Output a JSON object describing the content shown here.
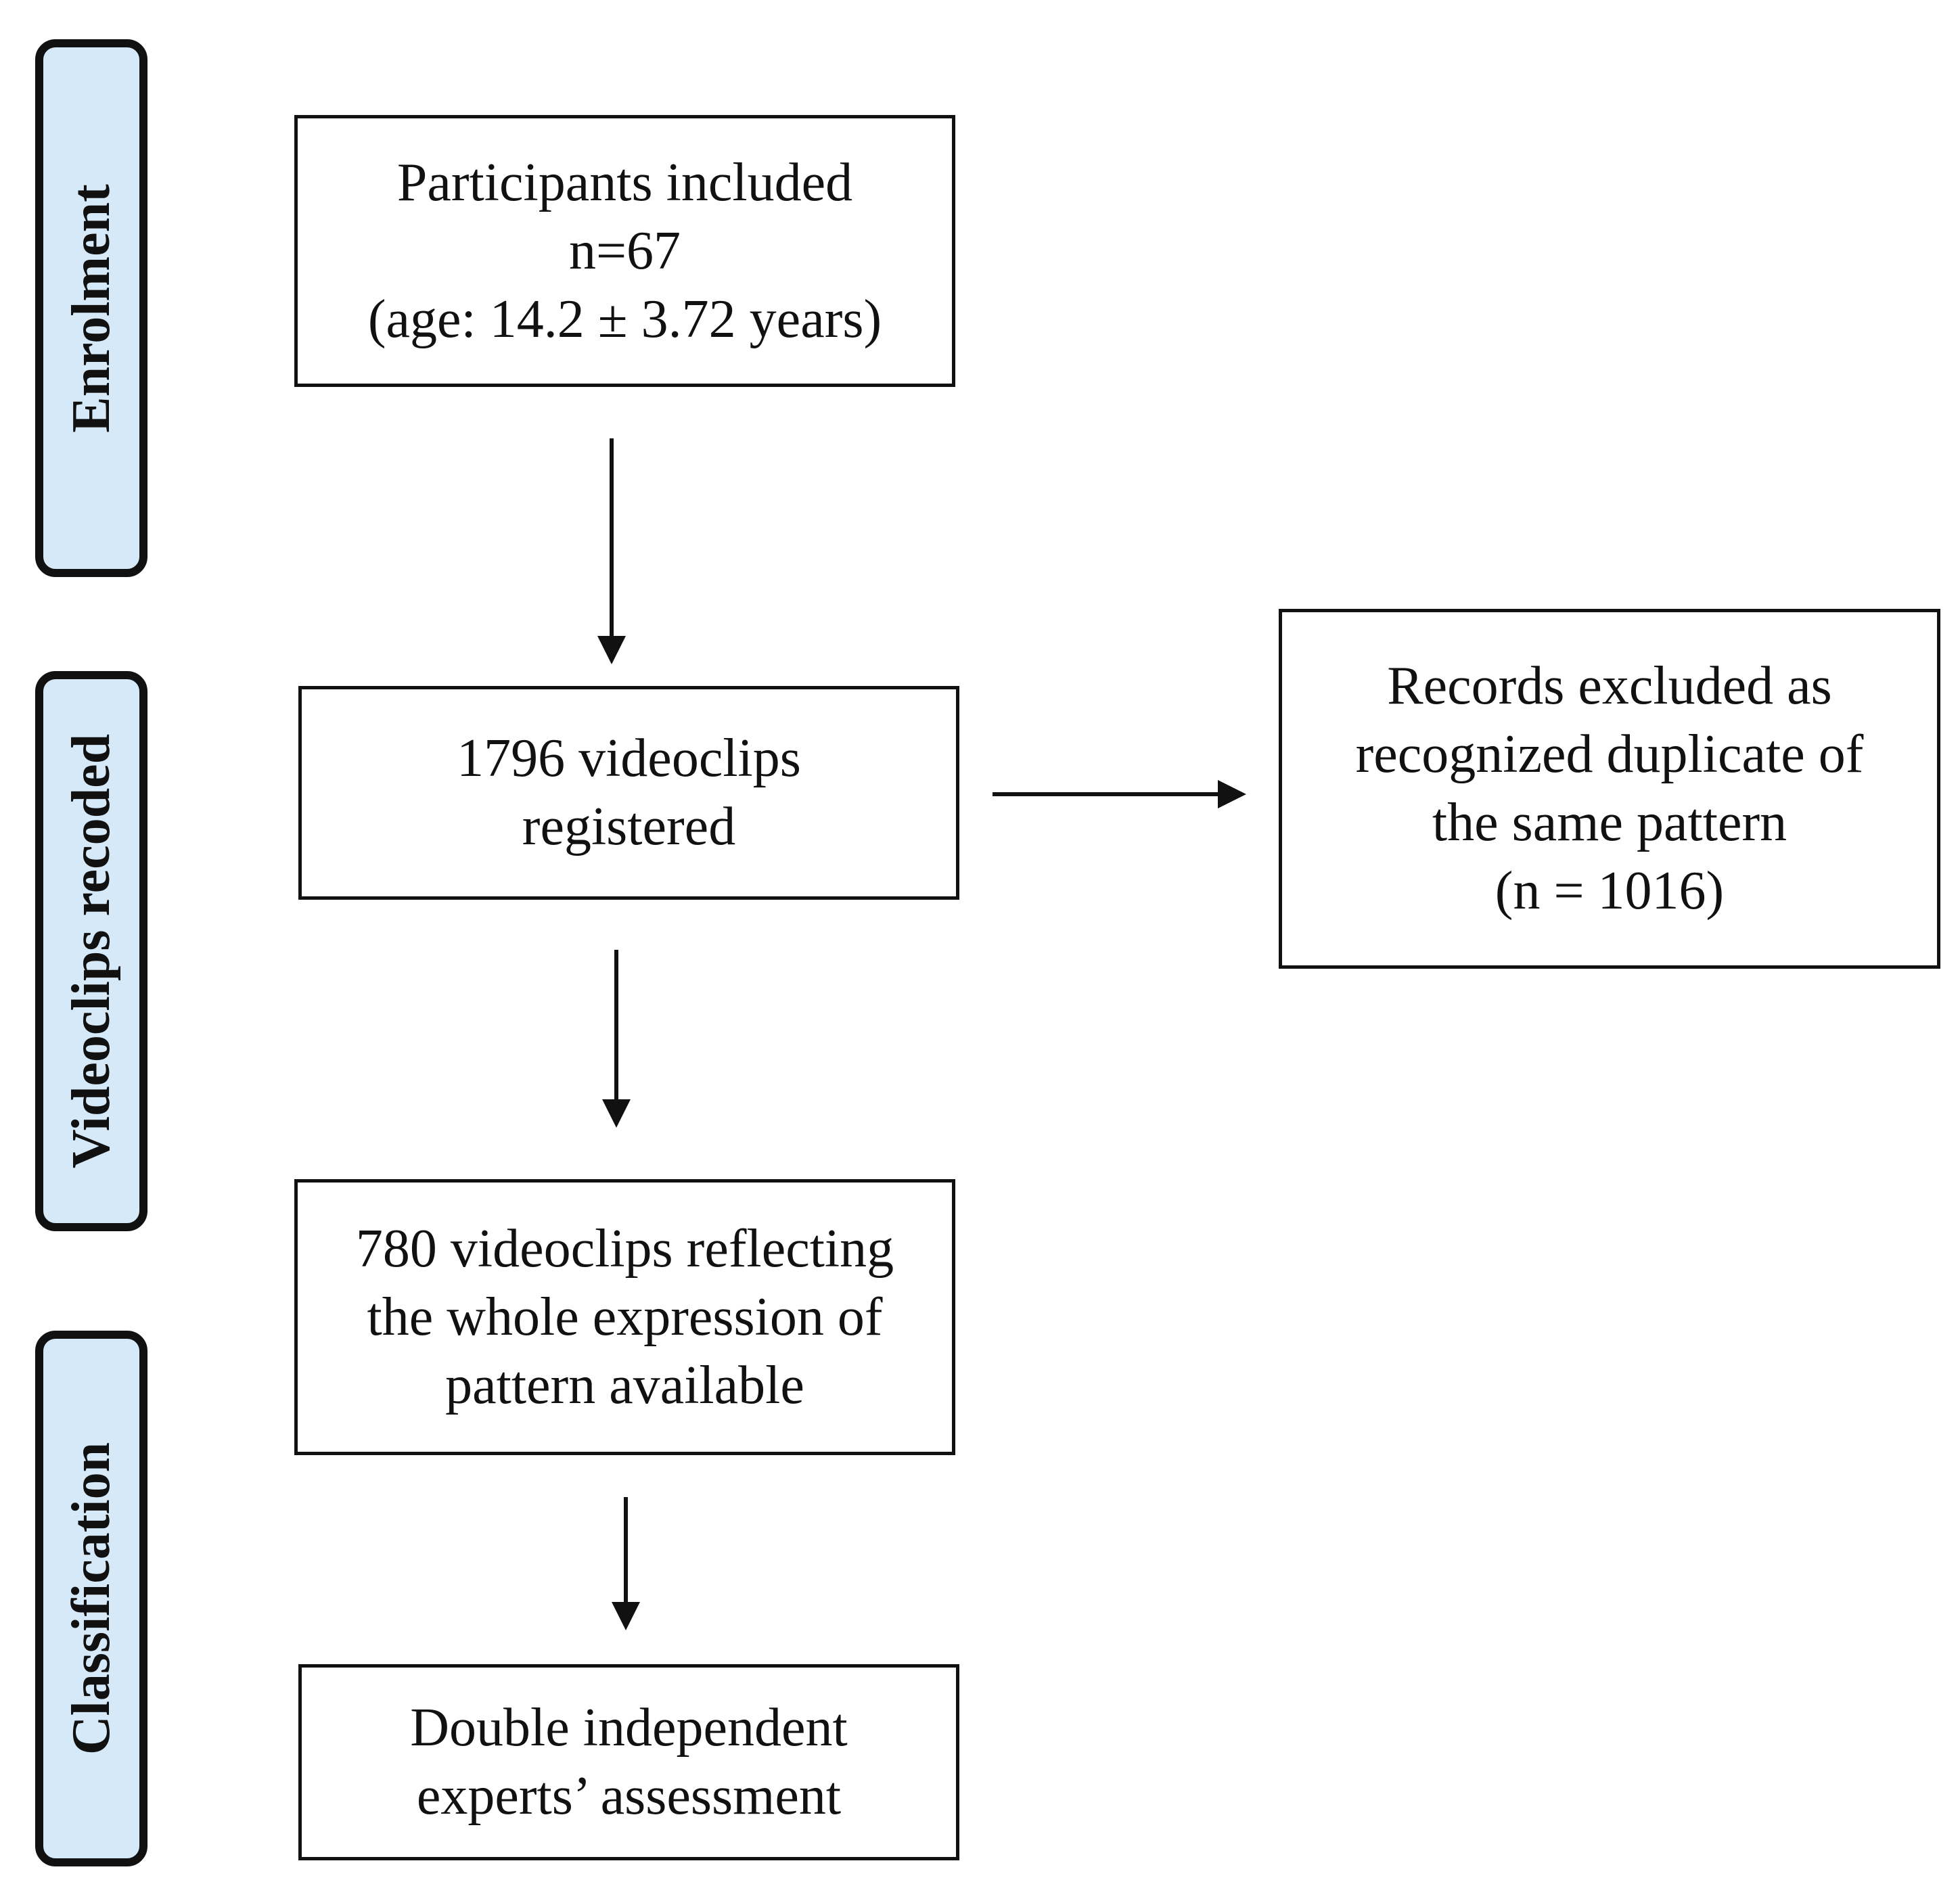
{
  "stages": {
    "enrolment": "Enrolment",
    "videoclips_recoded": "Videoclips recoded",
    "classification": "Classification"
  },
  "boxes": {
    "participants": {
      "lines": [
        "Participants included",
        "n=67",
        "(age: 14.2 ± 3.72 years)"
      ]
    },
    "registered": {
      "lines": [
        "1796 videoclips",
        "registered"
      ]
    },
    "excluded": {
      "lines": [
        "Records excluded as",
        "recognized duplicate of",
        "the same pattern",
        "(n = 1016)"
      ]
    },
    "available": {
      "lines": [
        "780 videoclips reflecting",
        "the whole expression of",
        "pattern available"
      ]
    },
    "assessment": {
      "lines": [
        "Double independent",
        "experts’ assessment"
      ]
    }
  },
  "colors": {
    "stage_fill": "#d6e9f8",
    "stroke": "#111111"
  }
}
